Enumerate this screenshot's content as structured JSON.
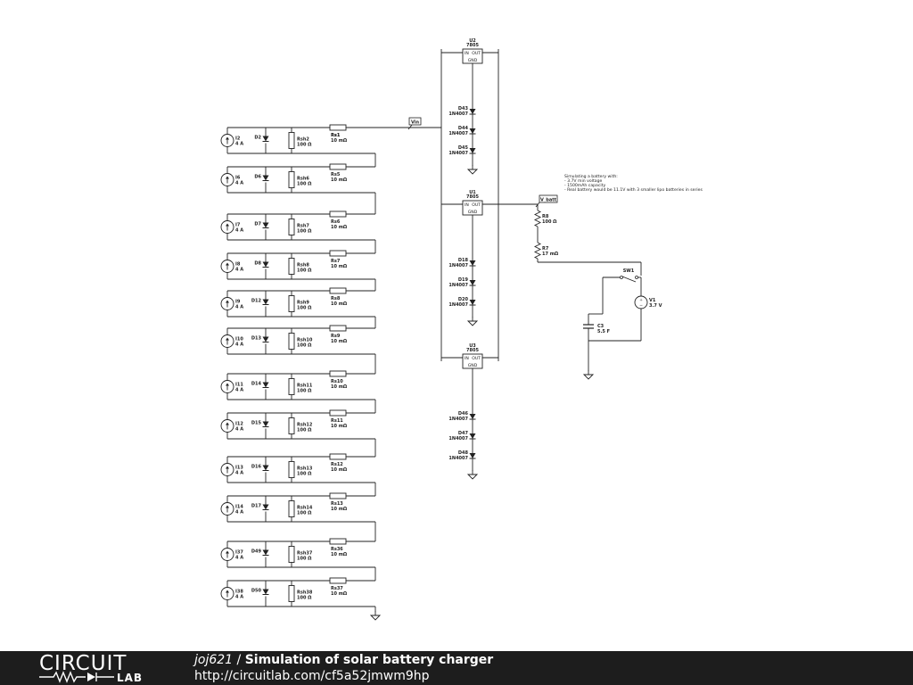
{
  "footer": {
    "logo_top": "CIRCUIT",
    "logo_bottom": "LAB",
    "author": "joj621",
    "separator": " / ",
    "title": "Simulation of solar battery charger",
    "url": "http://circuitlab.com/cf5a52jmwm9hp"
  },
  "note": [
    "Simulating a battery with:",
    "- 3.7V min voltage",
    "- 1500mAh capacity",
    "- Real battery would be 11.1V with 3 smaller lipo batteries in series"
  ],
  "nets": {
    "vin": "Vin",
    "vbatt": "V_batt"
  },
  "cells": [
    {
      "src": "I2",
      "src_val": "4 A",
      "diode": "D2",
      "rsh": "Rsh2",
      "rsh_val": "100 Ω",
      "rs": "Rs1",
      "rs_val": "10 mΩ"
    },
    {
      "src": "I6",
      "src_val": "4 A",
      "diode": "D6",
      "rsh": "Rsh6",
      "rsh_val": "100 Ω",
      "rs": "Rs5",
      "rs_val": "10 mΩ"
    },
    {
      "src": "I7",
      "src_val": "4 A",
      "diode": "D7",
      "rsh": "Rsh7",
      "rsh_val": "100 Ω",
      "rs": "Rs6",
      "rs_val": "10 mΩ"
    },
    {
      "src": "I8",
      "src_val": "4 A",
      "diode": "D8",
      "rsh": "Rsh8",
      "rsh_val": "100 Ω",
      "rs": "Rs7",
      "rs_val": "10 mΩ"
    },
    {
      "src": "I9",
      "src_val": "4 A",
      "diode": "D12",
      "rsh": "Rsh9",
      "rsh_val": "100 Ω",
      "rs": "Rs8",
      "rs_val": "10 mΩ"
    },
    {
      "src": "I10",
      "src_val": "4 A",
      "diode": "D13",
      "rsh": "Rsh10",
      "rsh_val": "100 Ω",
      "rs": "Rs9",
      "rs_val": "10 mΩ"
    },
    {
      "src": "I11",
      "src_val": "4 A",
      "diode": "D14",
      "rsh": "Rsh11",
      "rsh_val": "100 Ω",
      "rs": "Rs10",
      "rs_val": "10 mΩ"
    },
    {
      "src": "I12",
      "src_val": "4 A",
      "diode": "D15",
      "rsh": "Rsh12",
      "rsh_val": "100 Ω",
      "rs": "Rs11",
      "rs_val": "10 mΩ"
    },
    {
      "src": "I13",
      "src_val": "4 A",
      "diode": "D16",
      "rsh": "Rsh13",
      "rsh_val": "100 Ω",
      "rs": "Rs12",
      "rs_val": "10 mΩ"
    },
    {
      "src": "I14",
      "src_val": "4 A",
      "diode": "D17",
      "rsh": "Rsh14",
      "rsh_val": "100 Ω",
      "rs": "Rs13",
      "rs_val": "10 mΩ"
    },
    {
      "src": "I37",
      "src_val": "4 A",
      "diode": "D49",
      "rsh": "Rsh37",
      "rsh_val": "100 Ω",
      "rs": "Rs36",
      "rs_val": "10 mΩ"
    },
    {
      "src": "I38",
      "src_val": "4 A",
      "diode": "D50",
      "rsh": "Rsh38",
      "rsh_val": "100 Ω",
      "rs": "Rs37",
      "rs_val": "10 mΩ"
    }
  ],
  "regulators": [
    {
      "name": "U2",
      "part": "7805",
      "pin_in": "IN",
      "pin_out": "OUT",
      "pin_gnd": "GND",
      "diodes": [
        {
          "name": "D43",
          "part": "1N4007"
        },
        {
          "name": "D44",
          "part": "1N4007"
        },
        {
          "name": "D45",
          "part": "1N4007"
        }
      ]
    },
    {
      "name": "U1",
      "part": "7805",
      "pin_in": "IN",
      "pin_out": "OUT",
      "pin_gnd": "GND",
      "diodes": [
        {
          "name": "D18",
          "part": "1N4007"
        },
        {
          "name": "D19",
          "part": "1N4007"
        },
        {
          "name": "D20",
          "part": "1N4007"
        }
      ]
    },
    {
      "name": "U3",
      "part": "7805",
      "pin_in": "IN",
      "pin_out": "OUT",
      "pin_gnd": "GND",
      "diodes": [
        {
          "name": "D46",
          "part": "1N4007"
        },
        {
          "name": "D47",
          "part": "1N4007"
        },
        {
          "name": "D48",
          "part": "1N4007"
        }
      ]
    }
  ],
  "battery": {
    "r8": "R8",
    "r8_val": "100 Ω",
    "r7": "R7",
    "r7_val": "17 mΩ",
    "sw": "SW1",
    "v1": "V1",
    "v1_val": "3.7 V",
    "c3": "C3",
    "c3_val": "5.5 F"
  }
}
